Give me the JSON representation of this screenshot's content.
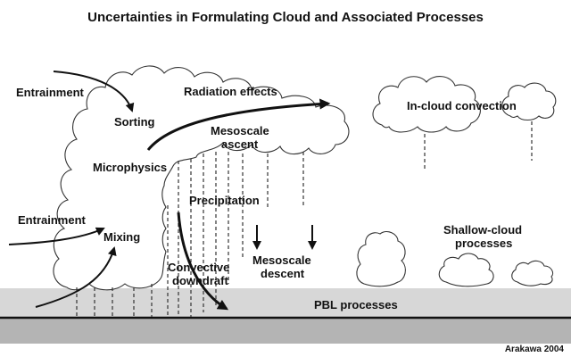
{
  "title": "Uncertainties in Formulating Cloud and Associated Processes",
  "labels": {
    "entrainment_top": "Entrainment",
    "sorting": "Sorting",
    "radiation": "Radiation effects",
    "incloud": "In-cloud convection",
    "meso_ascent_1": "Mesoscale",
    "meso_ascent_2": "ascent",
    "microphysics": "Microphysics",
    "precipitation": "Precipitation",
    "entrainment_low": "Entrainment",
    "mixing": "Mixing",
    "shallow_1": "Shallow-cloud",
    "shallow_2": "processes",
    "convective_1": "Convective",
    "convective_2": "downdraft",
    "meso_descent_1": "Mesoscale",
    "meso_descent_2": "descent",
    "pbl": "PBL processes"
  },
  "credit": "Arakawa 2004",
  "colors": {
    "background": "#ffffff",
    "pbl_layer": "#d7d7d7",
    "ground": "#b4b4b4",
    "ground_line": "#111111",
    "cloud_fill": "#ffffff",
    "outline": "#333333"
  }
}
